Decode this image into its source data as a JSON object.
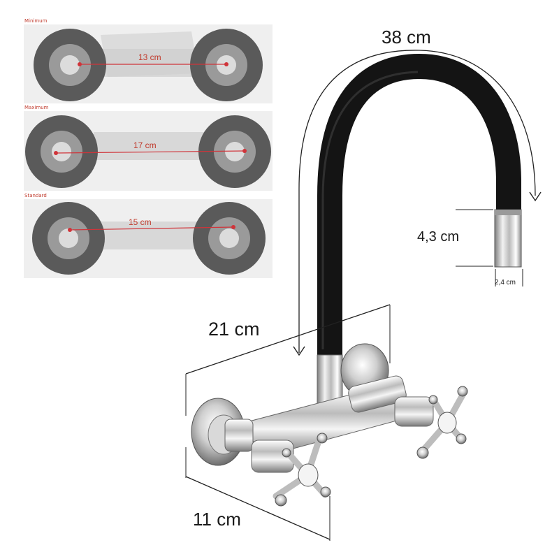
{
  "panels": [
    {
      "tag": "Minimum",
      "measure": "13 cm"
    },
    {
      "tag": "Maximum",
      "measure": "17 cm"
    },
    {
      "tag": "Standard",
      "measure": "15 cm"
    }
  ],
  "dimensions": {
    "spout_reach": "38 cm",
    "body_width": "21 cm",
    "depth": "11 cm",
    "outlet_height": "4,3 cm",
    "outlet_diameter": "2,4 cm"
  },
  "colors": {
    "hose": "#141414",
    "chrome": "#c9c9c9",
    "dimension_line": "#222222",
    "measure_line": "#d0343a",
    "panel_label": "#c0392b"
  }
}
